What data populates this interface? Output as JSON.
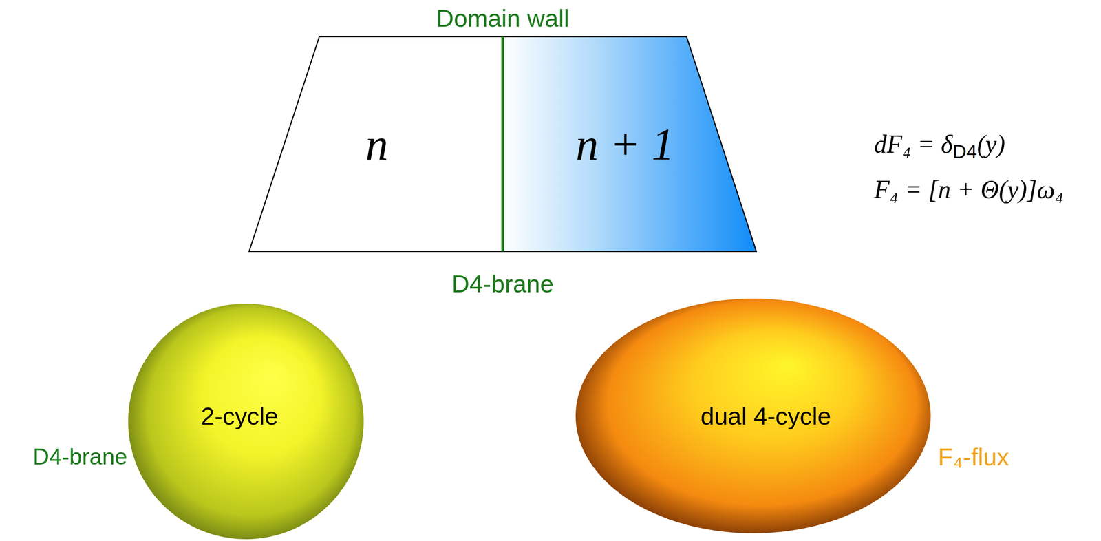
{
  "diagram": {
    "nodes": [
      {
        "text": [
          "n"
        ]
      },
      {
        "text": [
          "n + 1"
        ]
      },
      {
        "text": [
          "2-cycle",
          "D4-brane"
        ]
      },
      {
        "text": [
          "dual 4-cycle",
          "F₄-flux"
        ]
      }
    ],
    "labels": [
      "Domain wall",
      "D4-brane",
      "dF₄ = δ",
      "D4",
      "(y)",
      "F₄ = [n + Θ(y)]ω₄"
    ]
  }
}
